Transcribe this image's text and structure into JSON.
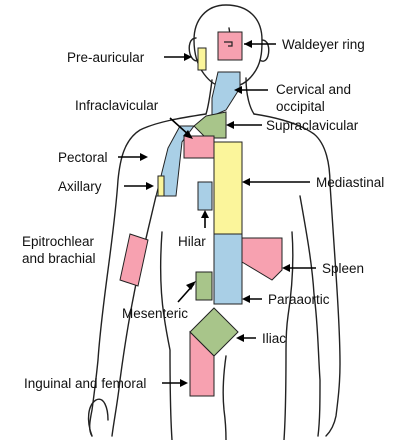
{
  "labels": {
    "waldeyer_ring": "Waldeyer ring",
    "pre_auricular": "Pre-auricular",
    "cervical_occipital_line1": "Cervical and",
    "cervical_occipital_line2": "occipital",
    "infraclavicular": "Infraclavicular",
    "supraclavicular": "Supraclavicular",
    "pectoral": "Pectoral",
    "mediastinal": "Mediastinal",
    "axillary": "Axillary",
    "hilar": "Hilar",
    "epitrochlear_line1": "Epitrochlear",
    "epitrochlear_line2": "and brachial",
    "spleen": "Spleen",
    "paraaortic": "Paraaortic",
    "mesenteric": "Mesenteric",
    "iliac": "Iliac",
    "inguinal_femoral": "Inguinal and femoral"
  },
  "colors": {
    "pink": "#f7a1b0",
    "yellow": "#fbf59b",
    "blue": "#a9cfe6",
    "green": "#a8c58a",
    "outline": "#222222"
  }
}
